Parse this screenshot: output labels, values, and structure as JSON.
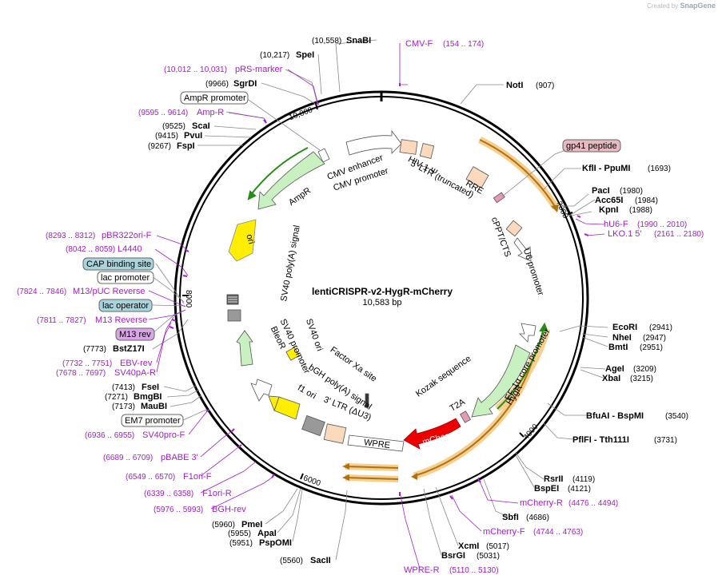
{
  "watermark": {
    "prefix": "Created by",
    "brand": "SnapGene"
  },
  "plasmid": {
    "name": "lentiCRISPR-v2-HygR-mCherry",
    "length_label": "10,583 bp"
  },
  "ticks": [
    "10,000",
    "2000",
    "4000",
    "6000",
    "8000"
  ],
  "enzymes": [
    {
      "name": "SnaBI",
      "pos": "(10,558)"
    },
    {
      "name": "SpeI",
      "pos": "(10,217)"
    },
    {
      "name": "SgrDI",
      "pos": "(9966)"
    },
    {
      "name": "ScaI",
      "pos": "(9525)"
    },
    {
      "name": "PvuI",
      "pos": "(9415)"
    },
    {
      "name": "FspI",
      "pos": "(9267)"
    },
    {
      "name": "NotI",
      "pos": "(907)"
    },
    {
      "name": "KflI - PpuMI",
      "pos": "(1693)"
    },
    {
      "name": "PacI",
      "pos": "(1980)"
    },
    {
      "name": "Acc65I",
      "pos": "(1984)"
    },
    {
      "name": "KpnI",
      "pos": "(1988)"
    },
    {
      "name": "EcoRI",
      "pos": "(2941)"
    },
    {
      "name": "NheI",
      "pos": "(2947)"
    },
    {
      "name": "BmtI",
      "pos": "(2951)"
    },
    {
      "name": "AgeI",
      "pos": "(3209)"
    },
    {
      "name": "XbaI",
      "pos": "(3215)"
    },
    {
      "name": "BfuAI - BspMI",
      "pos": "(3540)"
    },
    {
      "name": "PflFI - Tth111I",
      "pos": "(3731)"
    },
    {
      "name": "RsrII",
      "pos": "(4119)"
    },
    {
      "name": "BspEI",
      "pos": "(4121)"
    },
    {
      "name": "SbfI",
      "pos": "(4686)"
    },
    {
      "name": "XcmI",
      "pos": "(5017)"
    },
    {
      "name": "BsrGI",
      "pos": "(5031)"
    },
    {
      "name": "SacII",
      "pos": "(5560)"
    },
    {
      "name": "PmeI",
      "pos": "(5960)"
    },
    {
      "name": "ApaI",
      "pos": "(5955)"
    },
    {
      "name": "PspOMI",
      "pos": "(5951)"
    },
    {
      "name": "FseI",
      "pos": "(7413)"
    },
    {
      "name": "BmgBI",
      "pos": "(7271)"
    },
    {
      "name": "MauBI",
      "pos": "(7173)"
    },
    {
      "name": "BstZ17I",
      "pos": "(7773)"
    }
  ],
  "primers": [
    {
      "name": "CMV-F",
      "pos": "(154 .. 174)"
    },
    {
      "name": "pRS-marker",
      "pos": "(10,012 .. 10,031)"
    },
    {
      "name": "Amp-R",
      "pos": "(9595 .. 9614)"
    },
    {
      "name": "hU6-F",
      "pos": "(1990 .. 2010)"
    },
    {
      "name": "LKO.1 5'",
      "pos": "(2161 .. 2180)"
    },
    {
      "name": "pBR322ori-F",
      "pos": "(8293 .. 8312)"
    },
    {
      "name": "L4440",
      "pos": "(8042 .. 8059)"
    },
    {
      "name": "M13/pUC Reverse",
      "pos": "(7824 .. 7846)"
    },
    {
      "name": "M13 Reverse",
      "pos": "(7811 .. 7827)"
    },
    {
      "name": "EBV-rev",
      "pos": "(7732 .. 7751)"
    },
    {
      "name": "SV40pA-R",
      "pos": "(7678 .. 7697)"
    },
    {
      "name": "SV40pro-F",
      "pos": "(6936 .. 6955)"
    },
    {
      "name": "pBABE 3'",
      "pos": "(6689 .. 6709)"
    },
    {
      "name": "F1ori-F",
      "pos": "(6549 .. 6570)"
    },
    {
      "name": "F1ori-R",
      "pos": "(6339 .. 6358)"
    },
    {
      "name": "BGH-rev",
      "pos": "(5976 .. 5993)"
    },
    {
      "name": "mCherry-R",
      "pos": "(4476 .. 4494)"
    },
    {
      "name": "mCherry-F",
      "pos": "(4744 .. 4763)"
    },
    {
      "name": "WPRE-R",
      "pos": "(5110 .. 5130)"
    }
  ],
  "boxed_labels": [
    {
      "name": "AmpR promoter",
      "fill": "#ffffff"
    },
    {
      "name": "CAP binding site",
      "fill": "#a9d4dc"
    },
    {
      "name": "lac promoter",
      "fill": "#ffffff"
    },
    {
      "name": "lac operator",
      "fill": "#a9d4dc"
    },
    {
      "name": "M13 rev",
      "fill": "#d9a5e6"
    },
    {
      "name": "EM7 promoter",
      "fill": "#ffffff"
    },
    {
      "name": "gp41 peptide",
      "fill": "#e8b9c0"
    }
  ],
  "features": [
    {
      "name": "CMV enhancer"
    },
    {
      "name": "CMV promoter"
    },
    {
      "name": "HIV-1 Ψ"
    },
    {
      "name": "5' LTR (truncated)"
    },
    {
      "name": "RRE"
    },
    {
      "name": "cPPT/CTS"
    },
    {
      "name": "U6 promoter"
    },
    {
      "name": "AmpR"
    },
    {
      "name": "ori"
    },
    {
      "name": "SV40 poly(A) signal"
    },
    {
      "name": "SV40 promoter"
    },
    {
      "name": "BleoR"
    },
    {
      "name": "SV40 ori"
    },
    {
      "name": "Factor Xa site"
    },
    {
      "name": "bGH poly(A) signal"
    },
    {
      "name": "f1 ori"
    },
    {
      "name": "3' LTR (ΔU3)"
    },
    {
      "name": "WPRE"
    },
    {
      "name": "mCherry"
    },
    {
      "name": "T2A"
    },
    {
      "name": "HygR"
    },
    {
      "name": "EF-1α core promoter"
    },
    {
      "name": "Kozak sequence"
    }
  ],
  "colors": {
    "backbone": "#000000",
    "primer": "#a020c8",
    "ampr": "#c8f0c0",
    "ori": "#ffee00",
    "mcherry": "#ee0000",
    "hygr": "#c8f0c0",
    "ltr": "#fad9bc",
    "orf_highlight": "#f0a020",
    "grey_box": "#999999"
  }
}
